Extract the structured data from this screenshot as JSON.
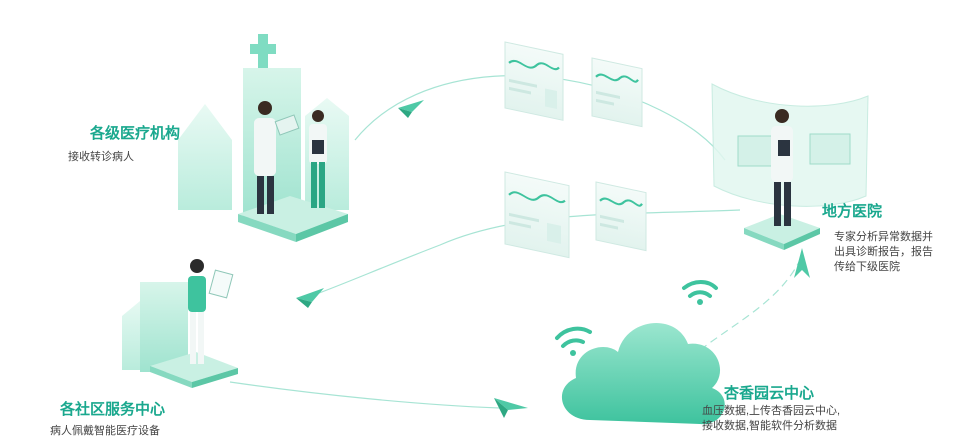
{
  "nodes": {
    "institution": {
      "title": "各级医疗机构",
      "desc": "接收转诊病人"
    },
    "local_hospital": {
      "title": "地方医院",
      "desc_lines": [
        "专家分析异常数据并",
        "出具诊断报告，报告",
        "传给下级医院"
      ]
    },
    "community": {
      "title": "各社区服务中心",
      "desc": "病人佩戴智能医疗设备"
    },
    "cloud": {
      "title": "杏香园云中心",
      "desc_lines": [
        "血压数据,上传杏香园云中心,",
        "接收数据,智能软件分析数据"
      ]
    }
  },
  "colors": {
    "accent": "#1aa88e",
    "light": "#bfeee0",
    "mid": "#6fd3b9"
  }
}
